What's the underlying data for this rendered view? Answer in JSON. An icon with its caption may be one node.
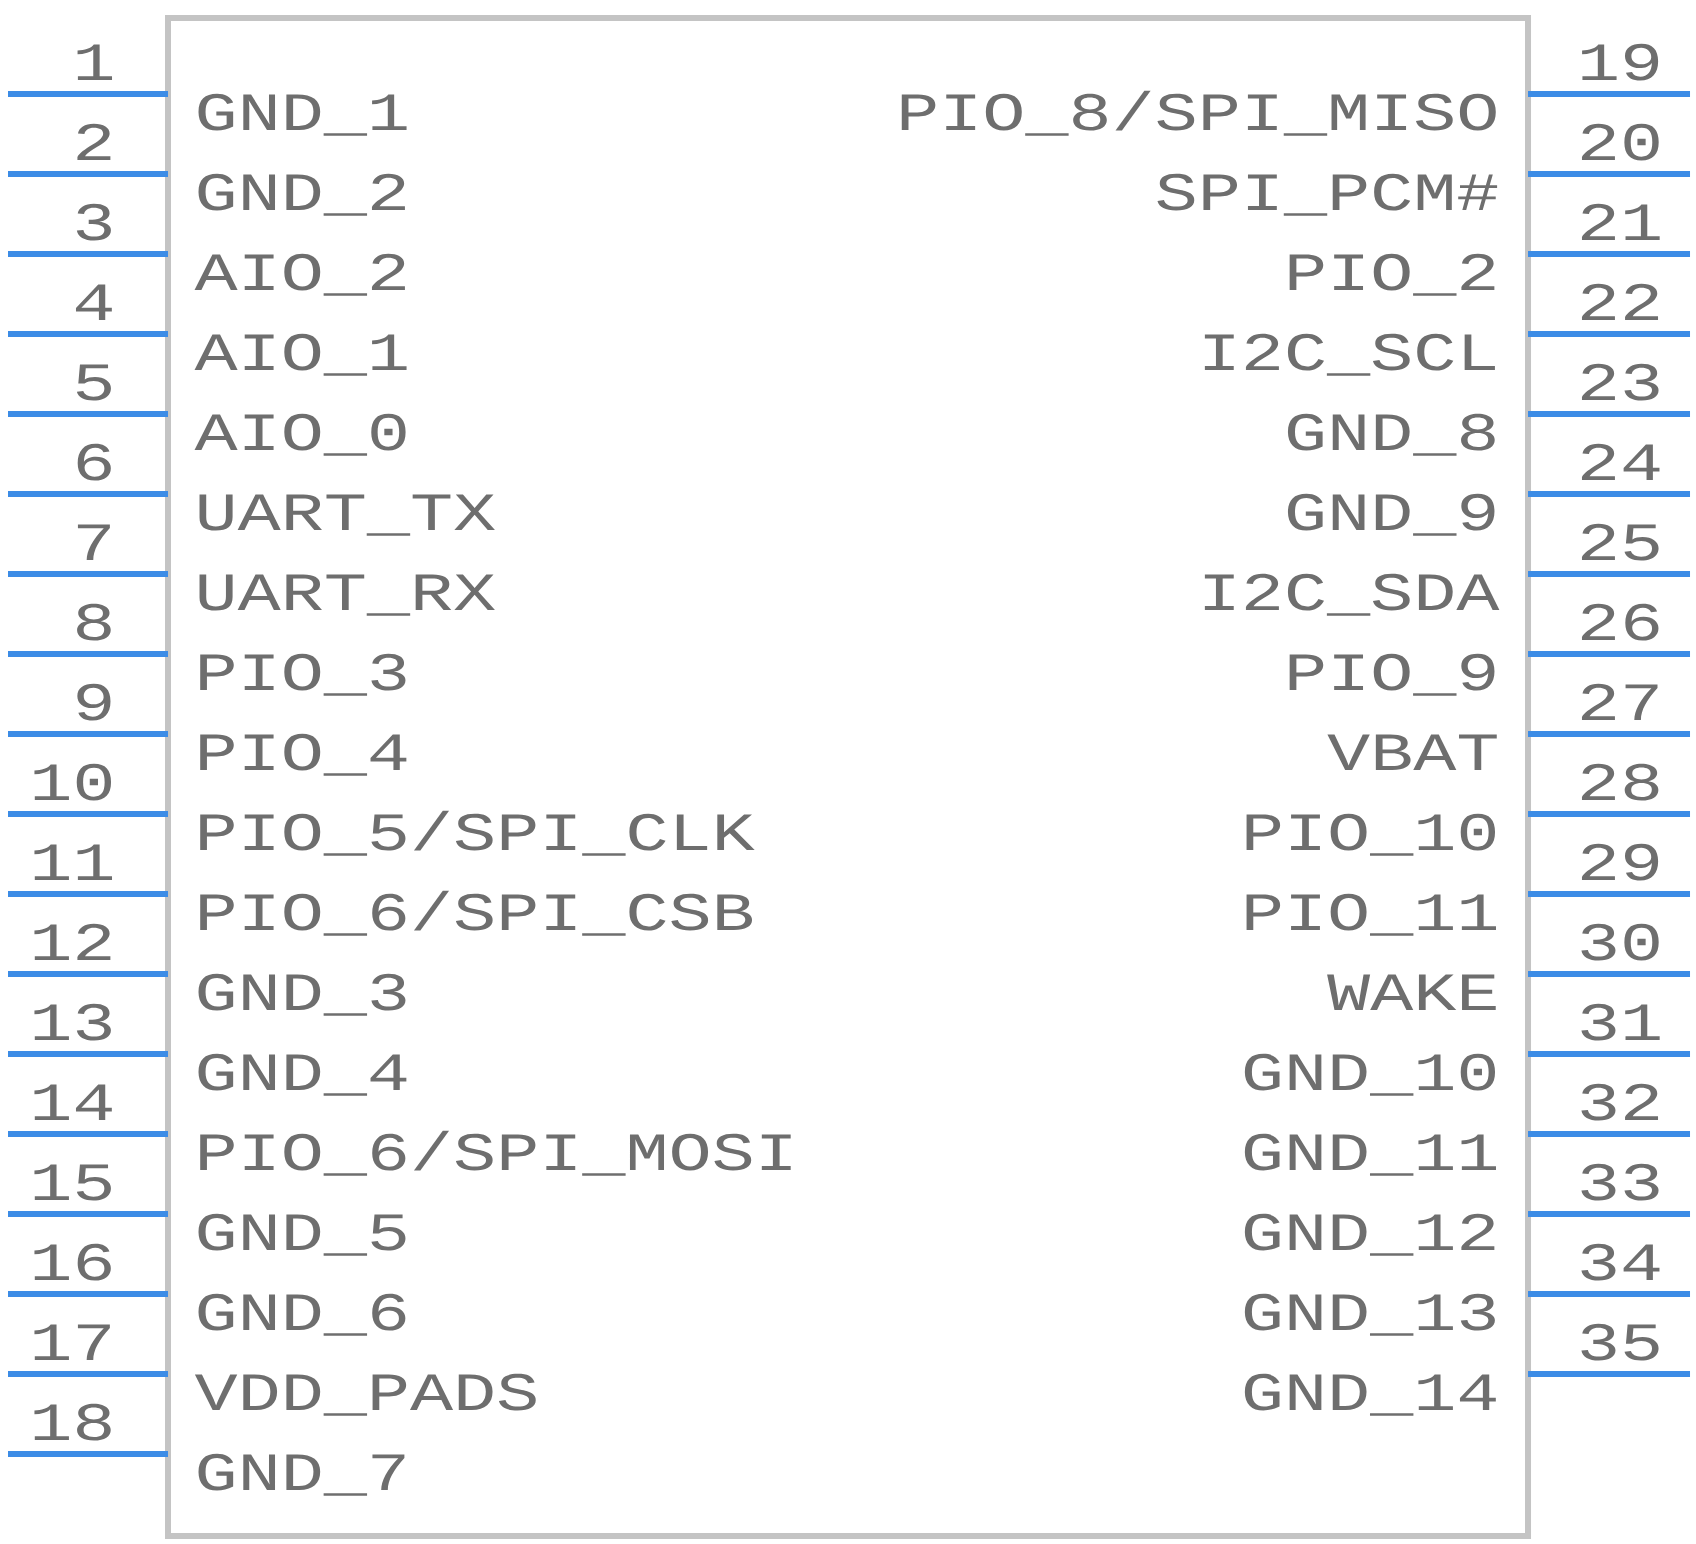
{
  "diagram": {
    "labels": [
      "1",
      "GND_1",
      "2",
      "GND_2",
      "3",
      "AIO_2",
      "4",
      "AIO_1",
      "5",
      "AIO_0",
      "6",
      "UART_TX",
      "7",
      "UART_RX",
      "8",
      "PIO_3",
      "9",
      "PIO_4",
      "10",
      "PIO_5/SPI_CLK",
      "11",
      "PIO_6/SPI_CSB",
      "12",
      "GND_3",
      "13",
      "GND_4",
      "14",
      "PIO_6/SPI_MOSI",
      "15",
      "GND_5",
      "16",
      "GND_6",
      "17",
      "VDD_PADS",
      "18",
      "GND_7",
      "19",
      "PIO_8/SPI_MISO",
      "20",
      "SPI_PCM#",
      "21",
      "PIO_2",
      "22",
      "I2C_SCL",
      "23",
      "GND_8",
      "24",
      "GND_9",
      "25",
      "I2C_SDA",
      "26",
      "PIO_9",
      "27",
      "VBAT",
      "28",
      "PIO_10",
      "29",
      "PIO_11",
      "30",
      "WAKE",
      "31",
      "GND_10",
      "32",
      "GND_11",
      "33",
      "GND_12",
      "34",
      "GND_13",
      "35",
      "GND_14"
    ]
  }
}
